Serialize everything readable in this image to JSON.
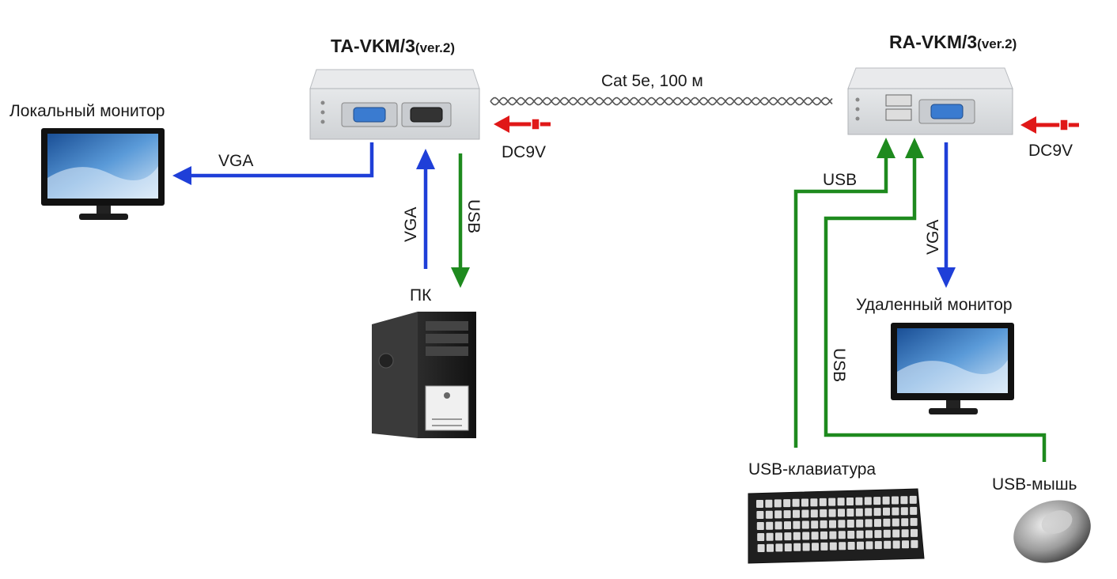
{
  "devices": {
    "transmitter": {
      "name": "TA-VKM/3",
      "version": "(ver.2)"
    },
    "receiver": {
      "name": "RA-VKM/3",
      "version": "(ver.2)"
    }
  },
  "cable": {
    "label": "Cat 5e, 100 м"
  },
  "power": {
    "tx_label": "DC9V",
    "rx_label": "DC9V"
  },
  "nodes": {
    "local_monitor": "Локальный монитор",
    "pc": "ПК",
    "remote_monitor": "Удаленный монитор",
    "keyboard": "USB-клавиатура",
    "mouse": "USB-мышь"
  },
  "links": {
    "local_vga": "VGA",
    "pc_vga": "VGA",
    "pc_usb": "USB",
    "keyboard_usb": "USB",
    "mouse_usb": "USB",
    "remote_vga": "VGA"
  },
  "colors": {
    "vga": "#1f3fd8",
    "usb": "#1e8a1e",
    "power": "#e01818",
    "device_body": "#d7d9dc",
    "screen": "#3d7fc6"
  }
}
